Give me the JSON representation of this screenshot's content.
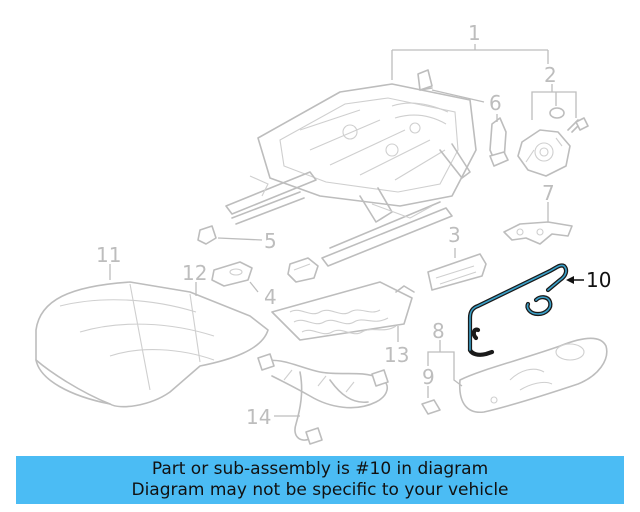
{
  "callouts": {
    "c1": "1",
    "c2": "2",
    "c3": "3",
    "c4": "4",
    "c5": "5",
    "c6": "6",
    "c7": "7",
    "c8": "8",
    "c9": "9",
    "c10": "10",
    "c11": "11",
    "c12": "12",
    "c13": "13",
    "c14": "14"
  },
  "highlighted_part": "10",
  "colors": {
    "banner_background": "#4bbcf4",
    "highlight_part": "#3aa0c8",
    "part_lines": "#bdbdbd"
  },
  "banner": {
    "line1": "Part or sub-assembly is #10 in diagram",
    "line2": "Diagram may not be specific to your vehicle"
  }
}
